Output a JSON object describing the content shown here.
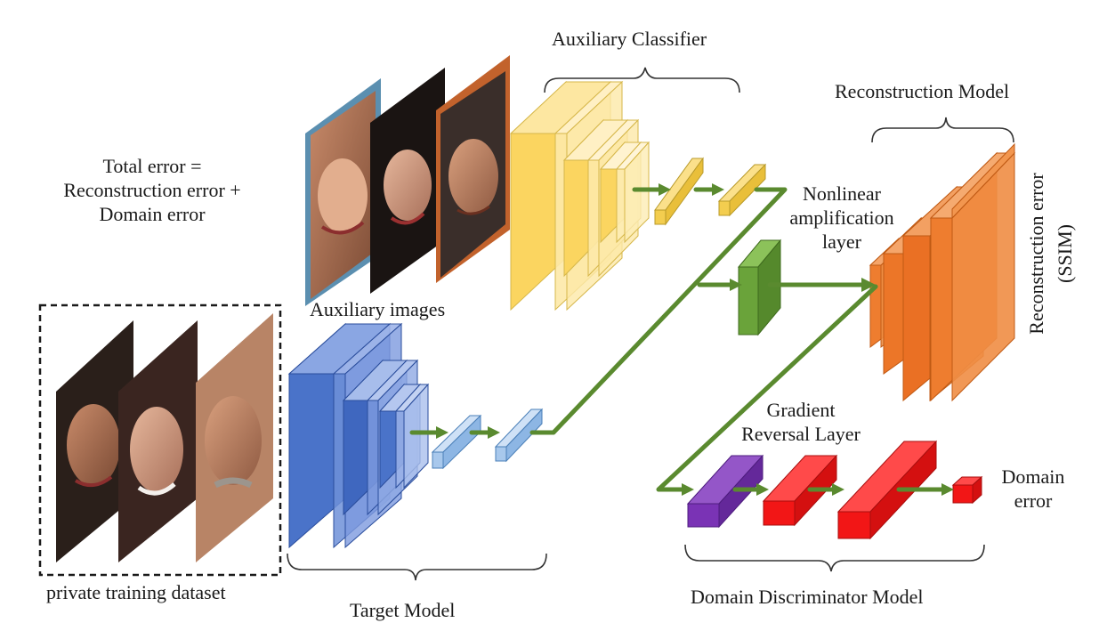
{
  "labels": {
    "total_error_line1": "Total error =",
    "total_error_line2": "Reconstruction error +",
    "total_error_line3": "Domain error",
    "auxiliary_images": "Auxiliary images",
    "private_dataset": "private training dataset",
    "target_model": "Target Model",
    "auxiliary_classifier": "Auxiliary Classifier",
    "reconstruction_model": "Reconstruction Model",
    "nonlinear_line1": "Nonlinear",
    "nonlinear_line2": "amplification",
    "nonlinear_line3": "layer",
    "reconstruction_error_line1": "Reconstruction error",
    "reconstruction_error_line2": "(SSIM)",
    "gradient_line1": "Gradient",
    "gradient_line2": "Reversal Layer",
    "domain_discriminator_model": "Domain Discriminator Model",
    "domain_error_line1": "Domain",
    "domain_error_line2": "error"
  },
  "colors": {
    "arrow_green": "#5a8a2f",
    "target_blue": "#4a73c9",
    "target_fc_blue": "#a8c8ec",
    "aux_yellow": "#fbd96a",
    "aux_fc_yellow": "#f3cd4f",
    "nonlinear_green": "#6aa33a",
    "reconstruction_orange": "#ee7d2f",
    "grl_purple": "#7a33b5",
    "discriminator_red": "#f21616"
  },
  "icons": {
    "face_images": "face-photo-icon"
  }
}
